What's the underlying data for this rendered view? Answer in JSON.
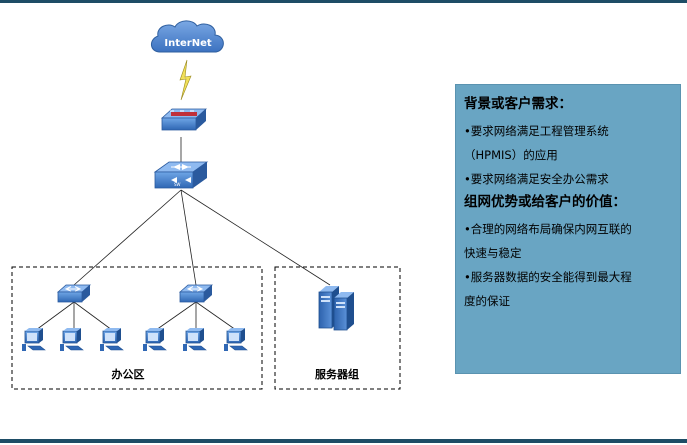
{
  "diagram": {
    "cloud_label": "InterNet",
    "office_zone_label": "办公区",
    "server_zone_label": "服务器组"
  },
  "panel": {
    "section1_title": "背景或客户需求：",
    "section1_items": [
      "•要求网络满足工程管理系统",
      "（HPMIS）的应用",
      "•要求网络满足安全办公需求"
    ],
    "section2_title": "组网优势或给客户的价值：",
    "section2_items": [
      "•合理的网络布局确保内网互联的",
      "快速与稳定",
      "•服务器数据的安全能得到最大程",
      "度的保证"
    ]
  },
  "colors": {
    "bar": "#1e4d66",
    "panel_bg": "#69a5c3",
    "device_blue": "#3a78c4",
    "cloud_blue": "#4f86cf",
    "lightning": "#e8d84a"
  },
  "icons": [
    "cloud-icon",
    "lightning-icon",
    "firewall-icon",
    "core-switch-icon",
    "access-switch-icon",
    "pc-icon",
    "server-icon"
  ]
}
